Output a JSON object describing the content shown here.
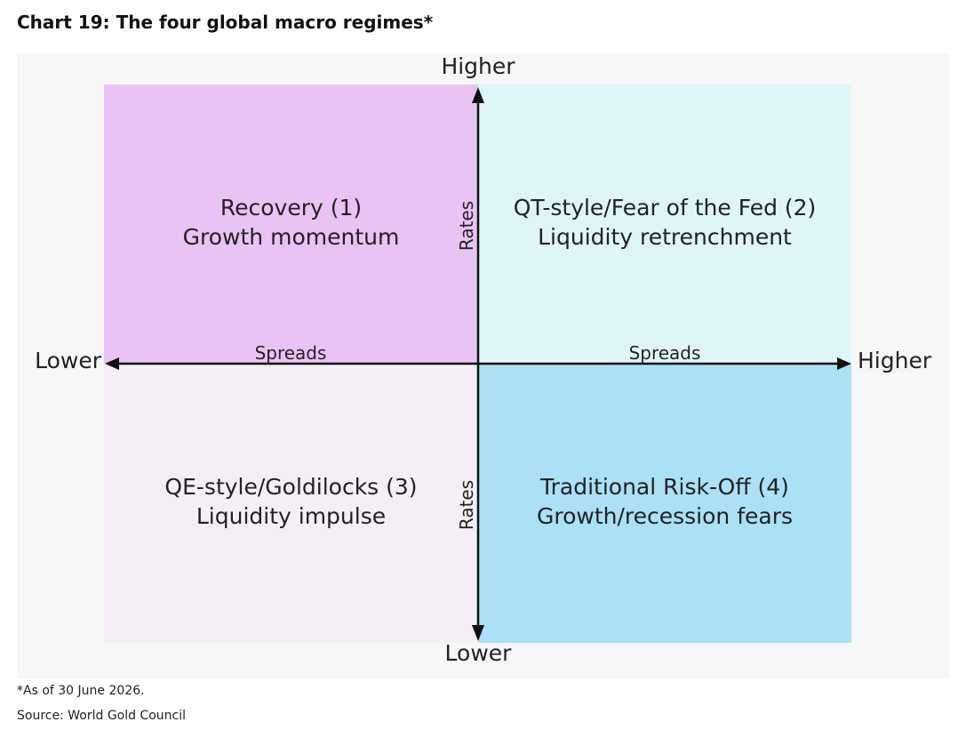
{
  "title": "Chart 19: The four global macro regimes*",
  "quadrants": [
    {
      "id": 1,
      "line1": "Recovery (1)",
      "line2": "Growth momentum",
      "color": "#e9c3f6"
    },
    {
      "id": 2,
      "line1": "QT-style/Fear of the Fed (2)",
      "line2": "Liquidity retrenchment",
      "color": "#dff6f8"
    },
    {
      "id": 3,
      "line1": "QE-style/Goldilocks (3)",
      "line2": "Liquidity impulse",
      "color": "#f6eef6"
    },
    {
      "id": 4,
      "line1": "Traditional Risk-Off (4)",
      "line2": "Growth/recession fears",
      "color": "#abe0f6"
    }
  ],
  "axes": {
    "vertical_top": "Higher",
    "vertical_bottom": "Lower",
    "horizontal_left": "Lower",
    "horizontal_right": "Higher",
    "horizontal_label": "Spreads",
    "vertical_label": "Rates"
  },
  "footnotes": {
    "note": "*As of 30 June 2026.",
    "source": "Source: World Gold Council"
  }
}
